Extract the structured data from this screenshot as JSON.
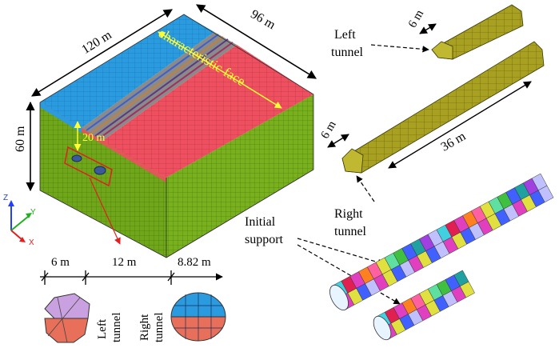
{
  "model": {
    "dim_length": "120 m",
    "dim_width": "96 m",
    "dim_height": "60 m",
    "dim_depth": "20 m",
    "characteristic_face": "characteristic face"
  },
  "tunnels": {
    "left_tunnel_label": [
      "Left",
      "tunnel"
    ],
    "right_tunnel_label": [
      "Right",
      "tunnel"
    ],
    "left_tunnel_width": "6 m",
    "right_tunnel_width": "6 m",
    "right_tunnel_length": "36 m",
    "initial_support_label": [
      "Initial",
      "support"
    ]
  },
  "spacing": {
    "seg1": "6 m",
    "seg2": "12 m",
    "seg3": "8.82 m"
  },
  "sections": {
    "left_label": [
      "Left",
      "tunnel"
    ],
    "right_label": [
      "Right",
      "tunnel"
    ]
  },
  "axes": {
    "z": "Z",
    "y": "Y",
    "x": "X"
  },
  "colors": {
    "blue_layer": "#2b9be0",
    "red_layer": "#ee5060",
    "green_block": "#6fa61a",
    "tunnel_olive": "#a8a020",
    "yellow_text": "#ffff33",
    "purple_section": "#c9a0e0",
    "salmon_section": "#e8705a"
  }
}
